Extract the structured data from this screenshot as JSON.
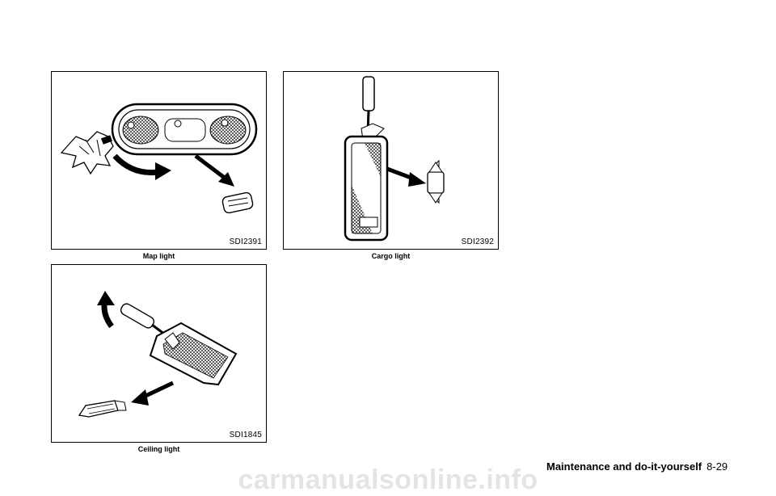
{
  "figures": [
    {
      "code": "SDI2391",
      "caption": "Map light",
      "icon": "map-light-illustration"
    },
    {
      "code": "SDI2392",
      "caption": "Cargo light",
      "icon": "cargo-light-illustration"
    },
    {
      "code": "SDI1845",
      "caption": "Ceiling light",
      "icon": "ceiling-light-illustration"
    }
  ],
  "footer": {
    "section": "Maintenance and do-it-yourself",
    "page": "8-29"
  },
  "watermark": "carmanualsonline.info"
}
